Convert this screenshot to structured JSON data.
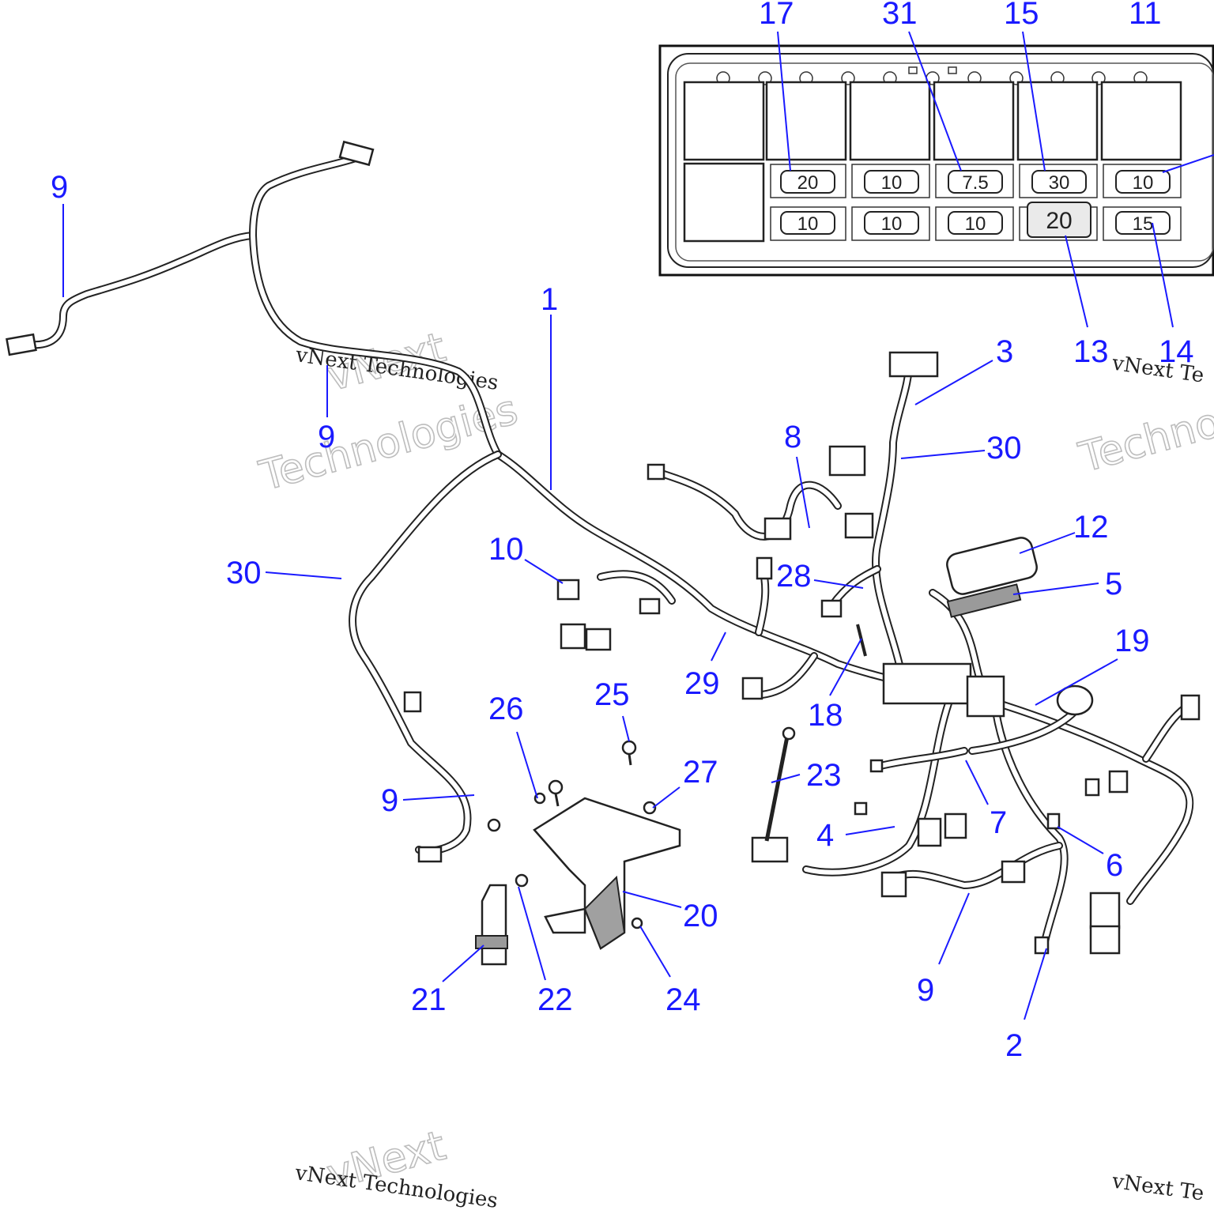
{
  "callouts": [
    {
      "id": "c1",
      "label": "1"
    },
    {
      "id": "c2",
      "label": "2"
    },
    {
      "id": "c3",
      "label": "3"
    },
    {
      "id": "c4",
      "label": "4"
    },
    {
      "id": "c5",
      "label": "5"
    },
    {
      "id": "c6",
      "label": "6"
    },
    {
      "id": "c7",
      "label": "7"
    },
    {
      "id": "c8",
      "label": "8"
    },
    {
      "id": "c9a",
      "label": "9"
    },
    {
      "id": "c9b",
      "label": "9"
    },
    {
      "id": "c9c",
      "label": "9"
    },
    {
      "id": "c9d",
      "label": "9"
    },
    {
      "id": "c10",
      "label": "10"
    },
    {
      "id": "c11",
      "label": "11"
    },
    {
      "id": "c12",
      "label": "12"
    },
    {
      "id": "c13",
      "label": "13"
    },
    {
      "id": "c14",
      "label": "14"
    },
    {
      "id": "c15",
      "label": "15"
    },
    {
      "id": "c17",
      "label": "17"
    },
    {
      "id": "c18",
      "label": "18"
    },
    {
      "id": "c19",
      "label": "19"
    },
    {
      "id": "c20",
      "label": "20"
    },
    {
      "id": "c21",
      "label": "21"
    },
    {
      "id": "c22",
      "label": "22"
    },
    {
      "id": "c23",
      "label": "23"
    },
    {
      "id": "c24",
      "label": "24"
    },
    {
      "id": "c25",
      "label": "25"
    },
    {
      "id": "c26",
      "label": "26"
    },
    {
      "id": "c27",
      "label": "27"
    },
    {
      "id": "c28",
      "label": "28"
    },
    {
      "id": "c29",
      "label": "29"
    },
    {
      "id": "c30a",
      "label": "30"
    },
    {
      "id": "c30b",
      "label": "30"
    },
    {
      "id": "c31",
      "label": "31"
    }
  ],
  "fuse_box": {
    "top_row": [
      "20",
      "10",
      "7.5",
      "30",
      "10"
    ],
    "bottom_row": [
      "10",
      "10",
      "10",
      "20",
      "15"
    ]
  },
  "watermark": {
    "brand": "vNext",
    "word": "Technologies",
    "caption": "vNext Technologies",
    "caption_partial": "vNext Te"
  },
  "colors": {
    "callout": "#1a1aff",
    "line": "#222222",
    "background": "#ffffff"
  }
}
